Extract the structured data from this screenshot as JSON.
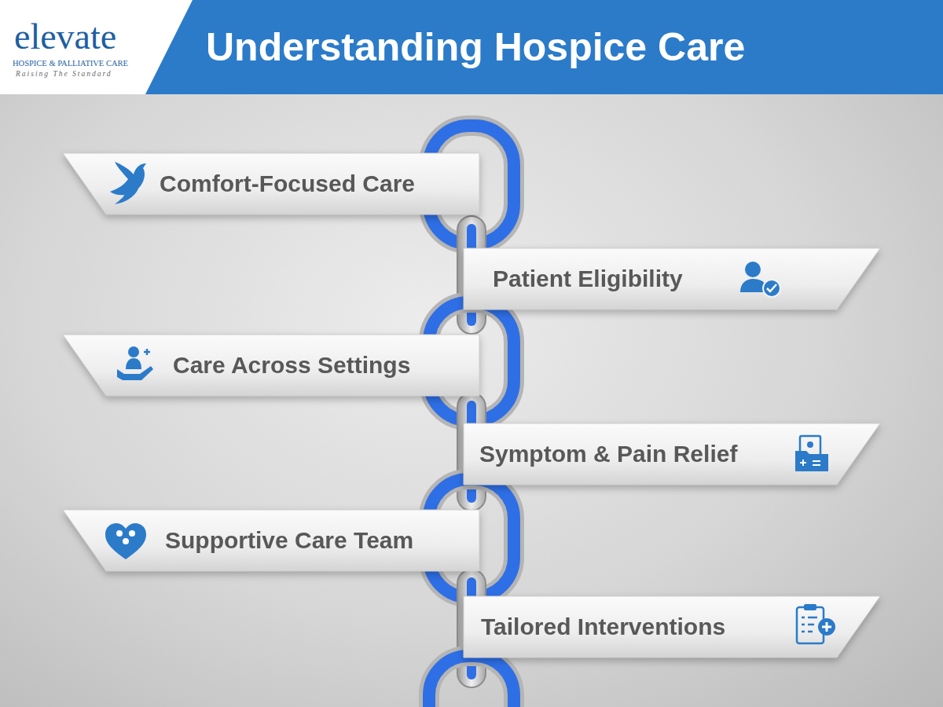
{
  "diagram": {
    "title": "Understanding Hospice Care",
    "nodes": [
      {
        "text": [
          "Comfort-Focused Care"
        ]
      },
      {
        "text": [
          "Patient Eligibility"
        ]
      },
      {
        "text": [
          "Care Across Settings"
        ]
      },
      {
        "text": [
          "Symptom & Pain Relief"
        ]
      },
      {
        "text": [
          "Supportive Care Team"
        ]
      },
      {
        "text": [
          "Tailored Interventions"
        ]
      }
    ],
    "labels": [
      "elevate",
      "HOSPICE & PALLIATIVE CARE",
      "Raising The Standard"
    ]
  }
}
